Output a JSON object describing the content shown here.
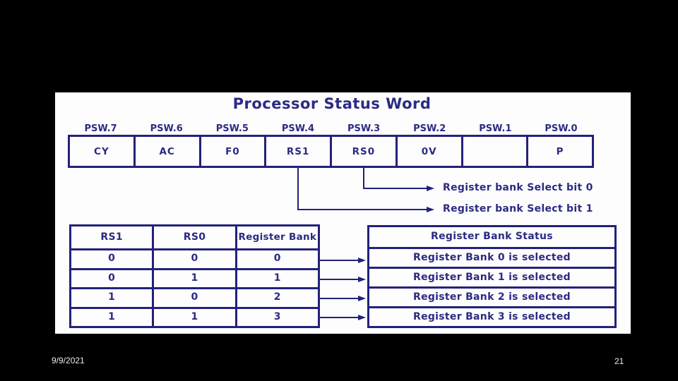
{
  "slide": {
    "footer_date": "9/9/2021",
    "footer_page": "21"
  },
  "colors": {
    "background": "#000000",
    "panel": "#fdfdfd",
    "navy_border": "#22227a",
    "navy_text": "#2b2b84"
  },
  "diagram": {
    "title": "Processor Status Word",
    "psw_bits": [
      {
        "label": "PSW.7",
        "name": "CY"
      },
      {
        "label": "PSW.6",
        "name": "AC"
      },
      {
        "label": "PSW.5",
        "name": "F0"
      },
      {
        "label": "PSW.4",
        "name": "RS1"
      },
      {
        "label": "PSW.3",
        "name": "RS0"
      },
      {
        "label": "PSW.2",
        "name": "0V"
      },
      {
        "label": "PSW.1",
        "name": ""
      },
      {
        "label": "PSW.0",
        "name": "P"
      }
    ],
    "callouts": [
      {
        "text": "Register bank Select bit 0"
      },
      {
        "text": "Register bank Select bit 1"
      }
    ],
    "bank_table": {
      "headers": [
        "RS1",
        "RS0",
        "Register Bank"
      ],
      "rows": [
        [
          "0",
          "0",
          "0"
        ],
        [
          "0",
          "1",
          "1"
        ],
        [
          "1",
          "0",
          "2"
        ],
        [
          "1",
          "1",
          "3"
        ]
      ]
    },
    "status_table": {
      "header": "Register Bank Status",
      "rows": [
        "Register Bank 0 is selected",
        "Register Bank 1 is selected",
        "Register Bank 2 is selected",
        "Register Bank 3 is selected"
      ]
    }
  }
}
